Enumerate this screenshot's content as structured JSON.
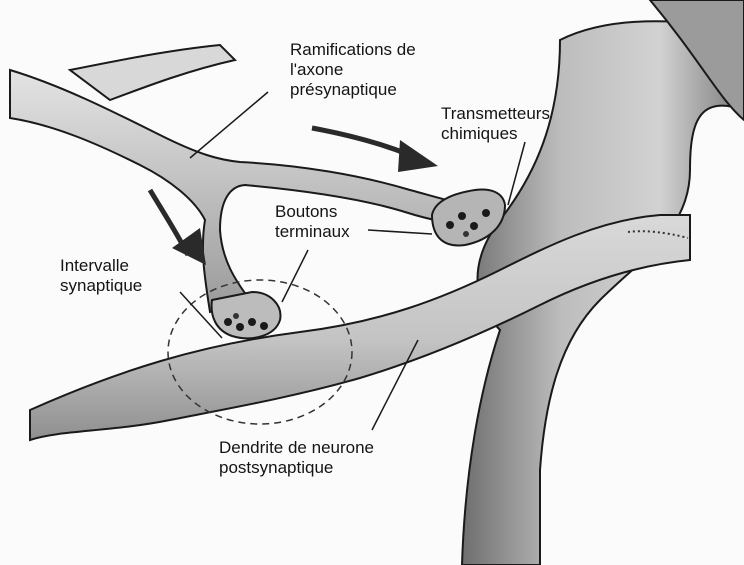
{
  "labels": {
    "ramifications": [
      "Ramifications de",
      "l'axone",
      "présynaptique"
    ],
    "transmetteurs": [
      "Transmetteurs",
      "chimiques"
    ],
    "boutons": [
      "Boutons",
      "terminaux"
    ],
    "intervalle": [
      "Intervalle",
      "synaptique"
    ],
    "dendrite": [
      "Dendrite de neurone",
      "postsynaptique"
    ]
  },
  "colors": {
    "structure_fill": "#cfcfcf",
    "structure_shadow": "#8a8a8a",
    "outline": "#1a1a1a",
    "arrow": "#2a2a2a"
  }
}
